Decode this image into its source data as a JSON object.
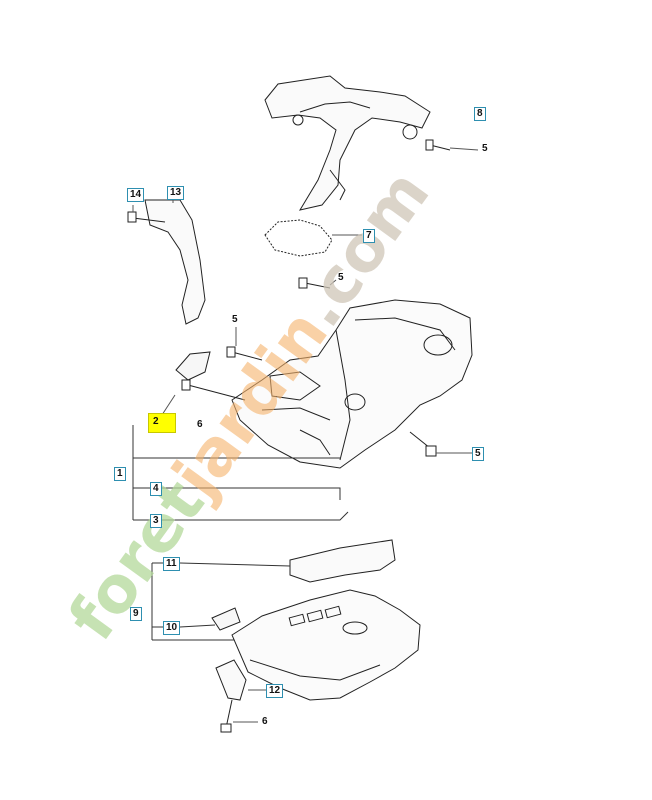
{
  "diagram": {
    "callouts": {
      "c1": "1",
      "c2": "2",
      "c3": "3",
      "c4": "4",
      "c5a": "5",
      "c5b": "5",
      "c5c": "5",
      "c5d": "5",
      "c6a": "6",
      "c6b": "6",
      "c7": "7",
      "c8": "8",
      "c9": "9",
      "c10": "10",
      "c11": "11",
      "c12": "12",
      "c13": "13",
      "c14": "14"
    },
    "highlight_color": "#ffff00",
    "callout_border_color": "#2e8fb0"
  },
  "watermark": {
    "part1": "foret",
    "part2": "jardin",
    "part3": ".com",
    "colors": {
      "green": "#b4d99a",
      "orange": "#f5b26b",
      "grey": "#cfc6b8"
    }
  }
}
